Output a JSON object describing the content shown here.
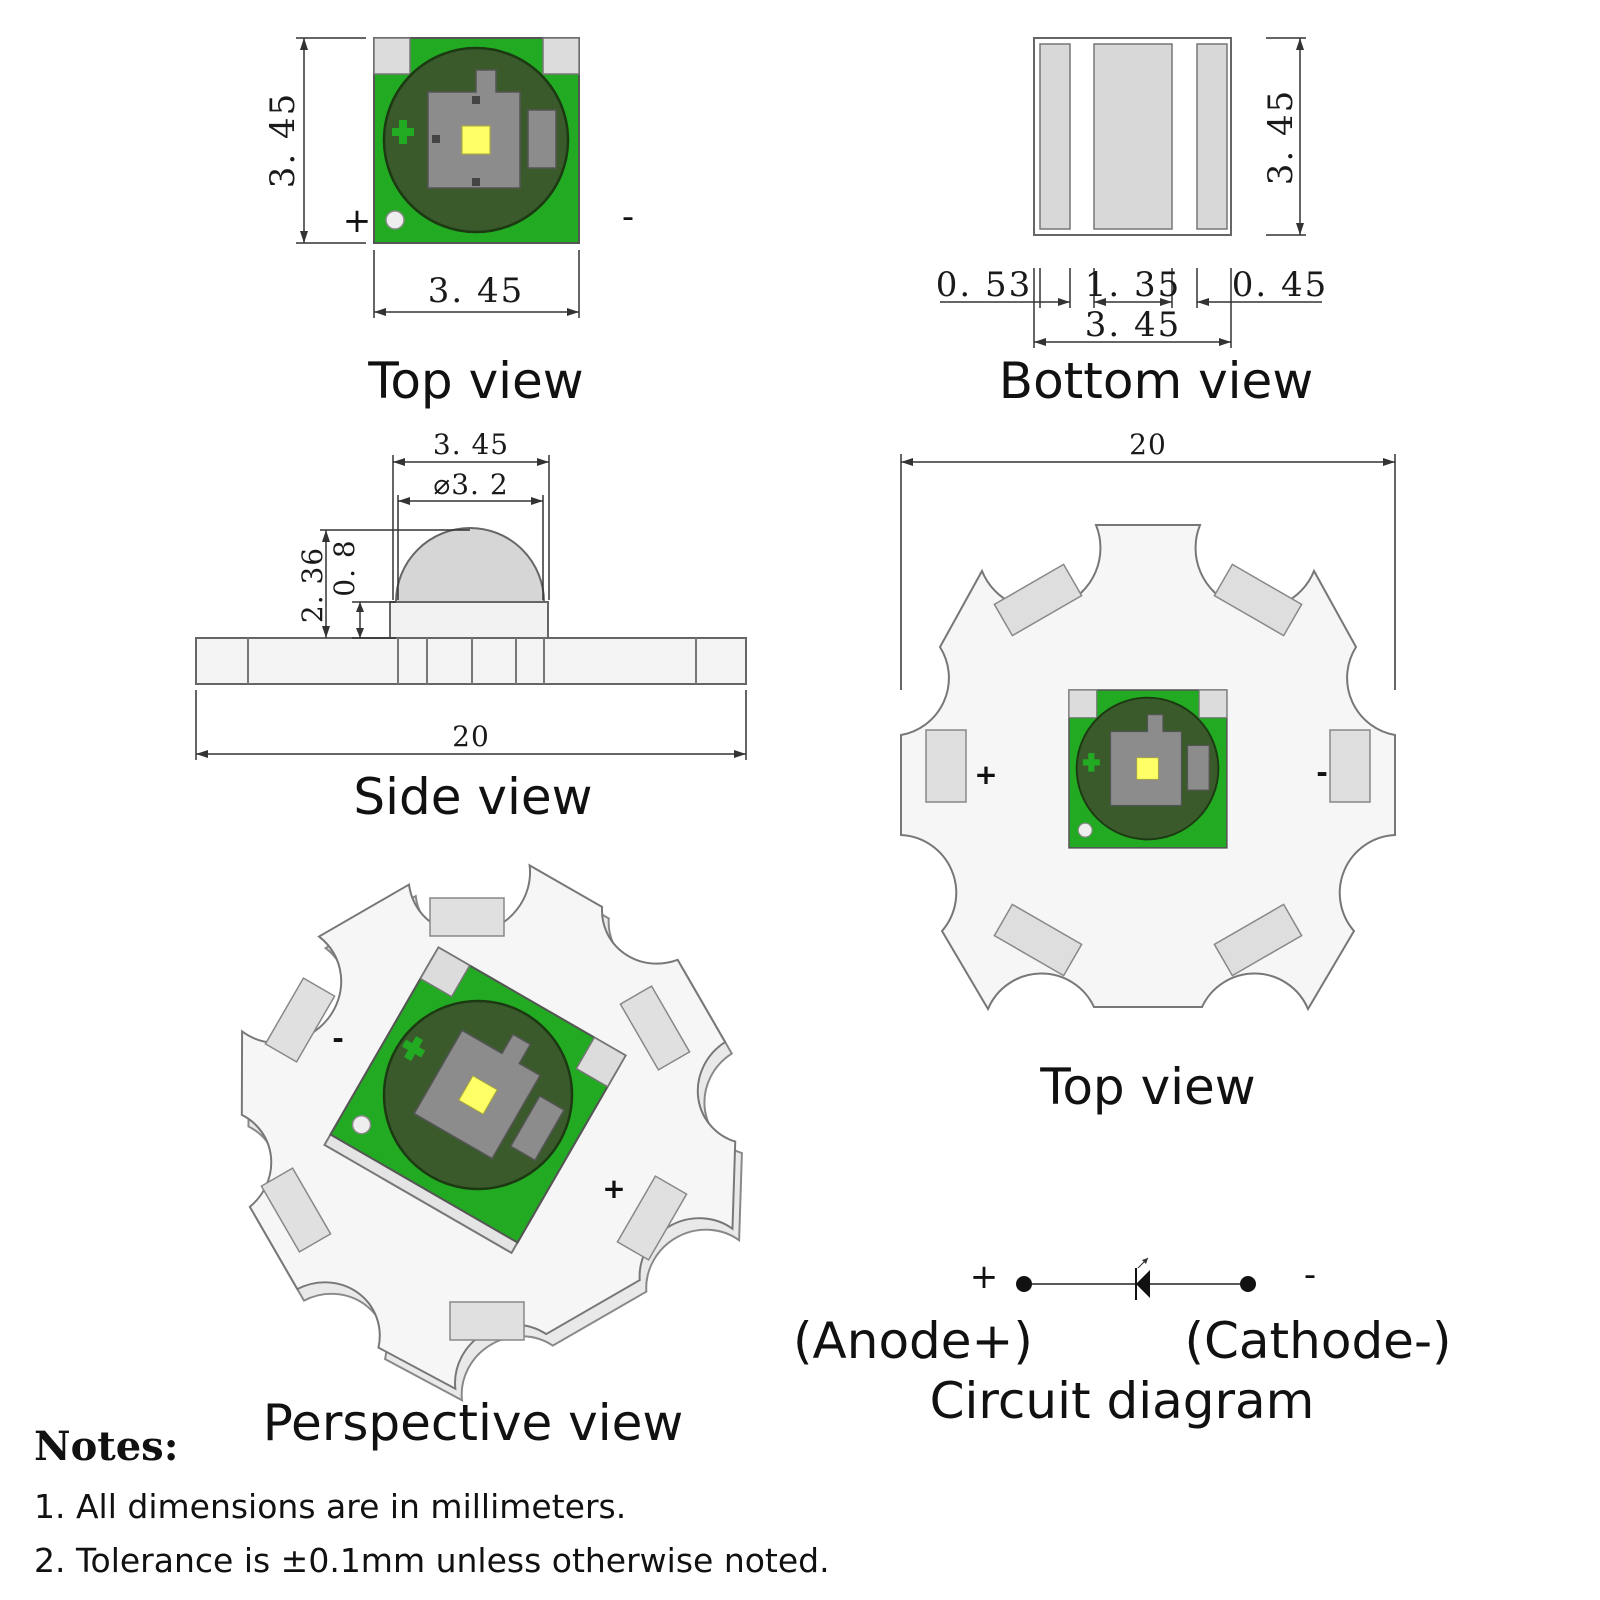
{
  "colors": {
    "pcb_green": "#22aa22",
    "dome_dark": "#3a5a2c",
    "die_gray": "#8c8c8c",
    "emitter_yellow": "#ffff66",
    "pad_gray": "#d8d8d8",
    "board_white": "#f6f6f6"
  },
  "top_view_small": {
    "height_dim": "3. 45",
    "width_dim": "3. 45",
    "plus": "+",
    "minus": "-",
    "caption": "Top view"
  },
  "bottom_view": {
    "height_dim": "3. 45",
    "dim_left": "0. 53",
    "dim_mid": "1. 35",
    "dim_right": "0. 45",
    "dim_total": "3. 45",
    "caption": "Bottom view"
  },
  "side_view": {
    "dim_width": "3. 45",
    "dim_dome": "⌀3. 2",
    "dim_height": "2. 36",
    "dim_dome_height": "0. 8",
    "dim_board": "20",
    "caption": "Side view"
  },
  "star_top_view": {
    "dim_width": "20",
    "plus": "+",
    "minus": "-",
    "caption": "Top view"
  },
  "perspective_view": {
    "plus": "+",
    "minus": "-",
    "caption": "Perspective view"
  },
  "circuit": {
    "plus": "+",
    "minus": "-",
    "anode": "(Anode+)",
    "cathode": "(Cathode-)",
    "caption": "Circuit diagram"
  },
  "notes": {
    "title": "Notes:",
    "items": [
      "1. All dimensions are in millimeters.",
      "2. Tolerance is  ±0.1mm unless otherwise noted."
    ]
  }
}
